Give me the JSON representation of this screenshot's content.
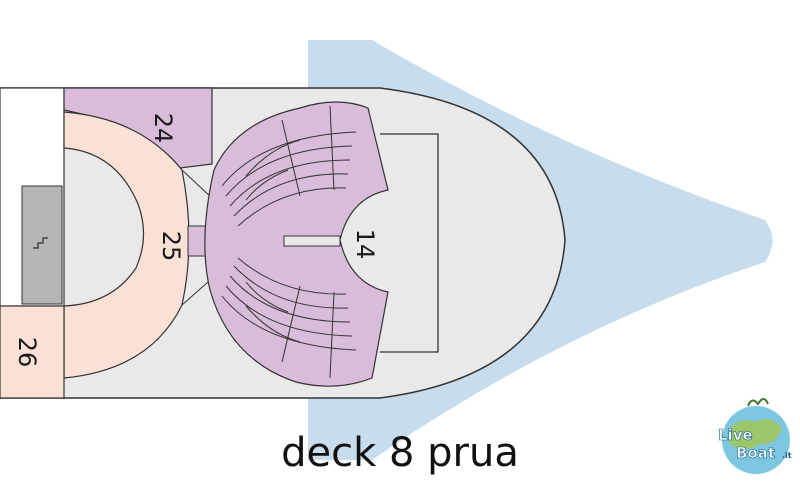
{
  "rooms": {
    "r24": "24",
    "r25": "25",
    "r26": "26",
    "r14": "14"
  },
  "caption": "deck 8 prua",
  "logo": {
    "word1": "Live",
    "word2": "Boat",
    "suffix": ".it"
  },
  "colors": {
    "hull_blue": "#c7dced",
    "deck_gray": "#e9e9e9",
    "theater_purple": "#d8bcd9",
    "lounge_peach": "#fbe0d5",
    "stair_gray": "#b6b6b6",
    "outline": "#333333"
  }
}
